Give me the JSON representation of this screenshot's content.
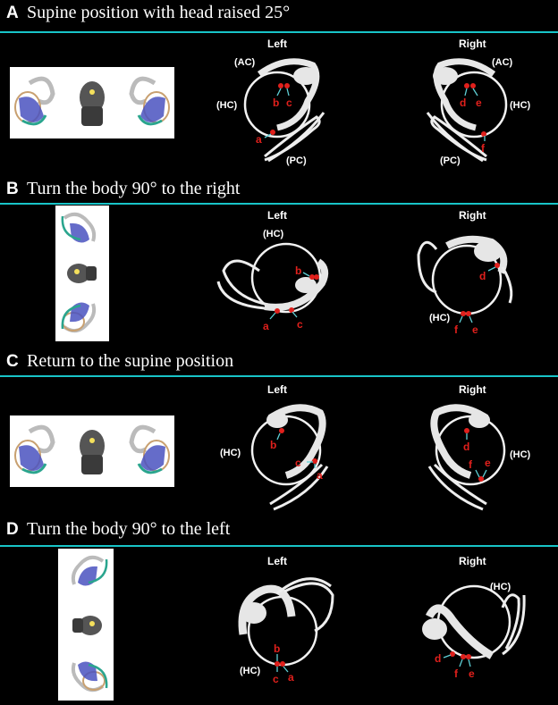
{
  "panels": [
    {
      "letter": "A",
      "title": "Supine position with head raised 25°",
      "left": {
        "side": "Left",
        "canals": [
          "(AC)",
          "(HC)",
          "(PC)"
        ],
        "points": [
          "b",
          "c",
          "a"
        ]
      },
      "right": {
        "side": "Right",
        "canals": [
          "(AC)",
          "(HC)",
          "(PC)"
        ],
        "points": [
          "d",
          "e",
          "f"
        ]
      }
    },
    {
      "letter": "B",
      "title": "Turn the body 90° to the right",
      "left": {
        "side": "Left",
        "canals": [
          "(HC)"
        ],
        "points": [
          "b",
          "a",
          "c"
        ]
      },
      "right": {
        "side": "Right",
        "canals": [
          "(HC)"
        ],
        "points": [
          "d",
          "f",
          "e"
        ]
      }
    },
    {
      "letter": "C",
      "title": "Return to the supine position",
      "left": {
        "side": "Left",
        "canals": [
          "(HC)"
        ],
        "points": [
          "b",
          "c",
          "a"
        ]
      },
      "right": {
        "side": "Right",
        "canals": [
          "(HC)"
        ],
        "points": [
          "d",
          "f",
          "e"
        ]
      }
    },
    {
      "letter": "D",
      "title": "Turn the body 90° to the left",
      "left": {
        "side": "Left",
        "canals": [
          "(HC)"
        ],
        "points": [
          "b",
          "c",
          "a"
        ]
      },
      "right": {
        "side": "Right",
        "canals": [
          "(HC)"
        ],
        "points": [
          "d",
          "f",
          "e"
        ]
      }
    }
  ],
  "colors": {
    "rule": "#18c4c8",
    "point": "#e0201c",
    "arrow": "#5fd0d6",
    "canal": "#f2f2f2"
  }
}
